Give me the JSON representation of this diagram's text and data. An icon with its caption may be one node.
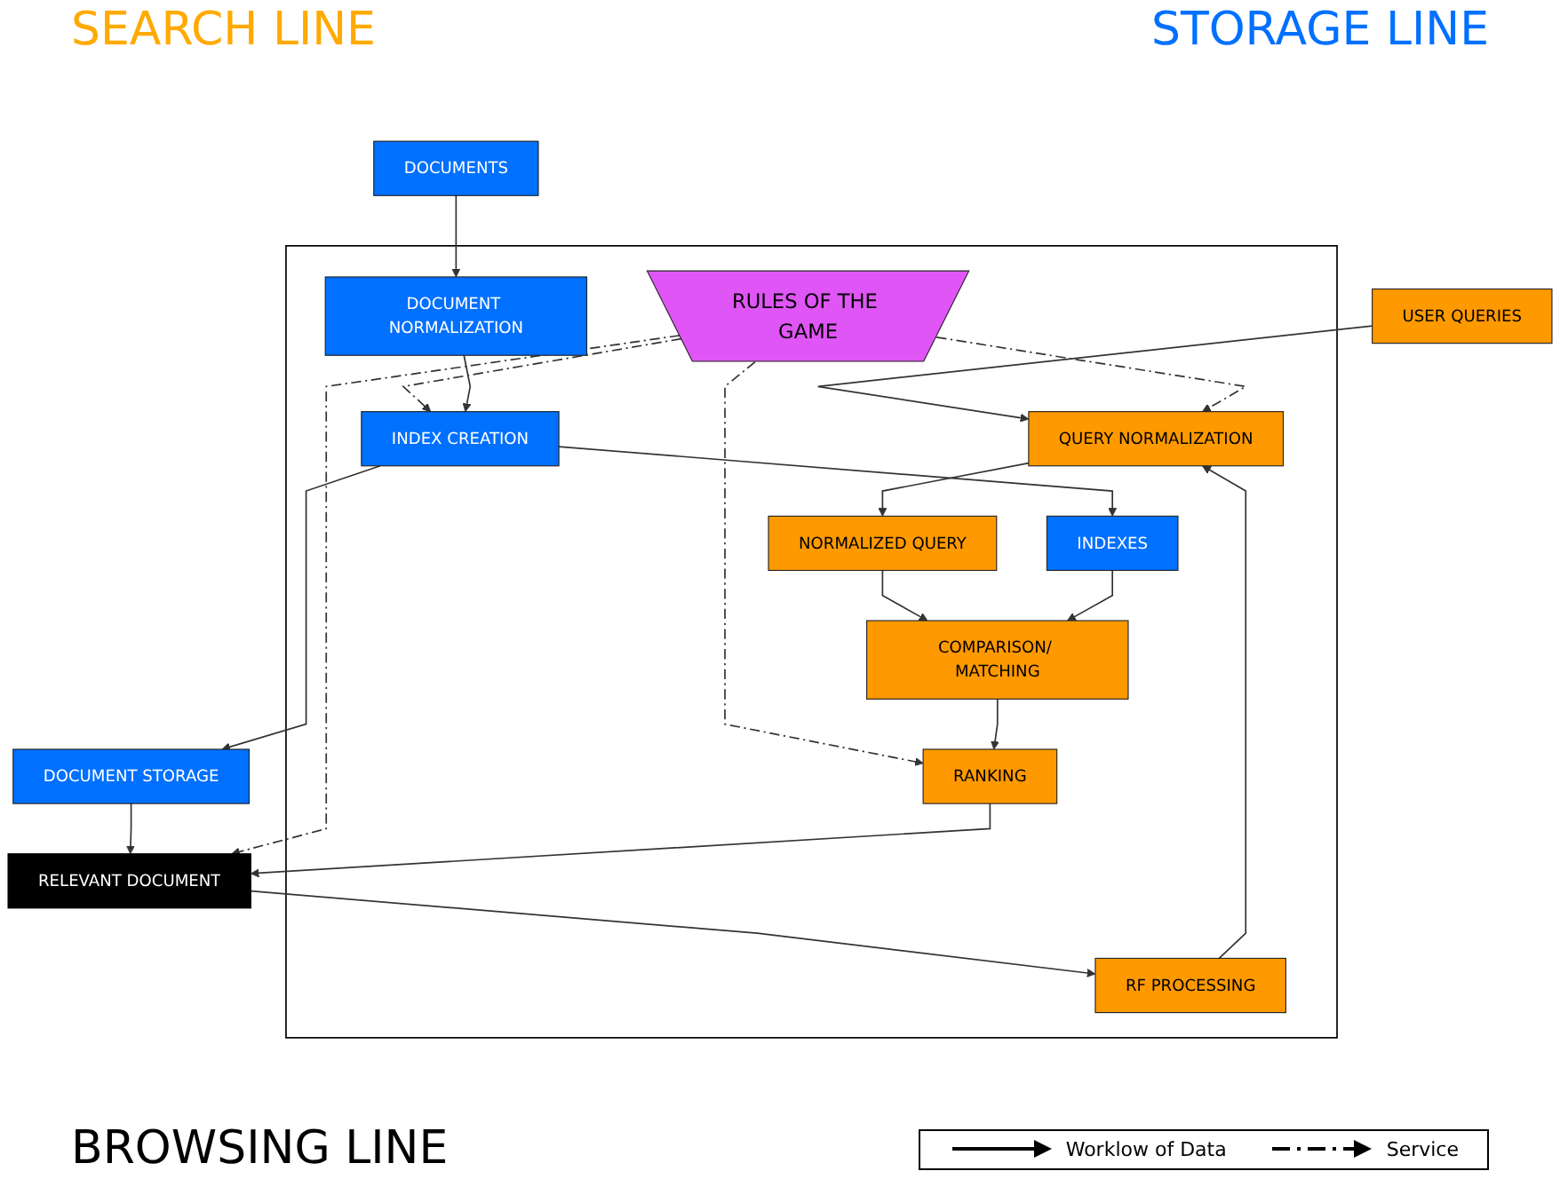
{
  "diagram": {
    "nodes": [
      {
        "text": [],
        "shape": "box"
      },
      {
        "text": [
          "USER QUERIES"
        ]
      },
      {
        "text": [
          "DOCUMENTS"
        ]
      },
      {
        "text": [
          "RF PROCESSING"
        ],
        "in": 0
      },
      {
        "text": [
          "QUERY NORMALIZATION"
        ],
        "in": 0
      },
      {
        "text": [
          "RULES OF THE GAME"
        ],
        "in": 0
      },
      {
        "text": [
          "DOCUMENT NORMALIZATION"
        ],
        "in": 0
      },
      {
        "text": [
          "NORMALIZED QUERY"
        ],
        "in": 0
      },
      {
        "text": [
          "INDEX CREATION"
        ],
        "in": 0
      },
      {
        "text": [
          "RANKING"
        ],
        "in": 0
      },
      {
        "text": [
          "COMPARISON/ MATCHING"
        ],
        "in": 0
      },
      {
        "text": [
          "INDEXES"
        ],
        "in": 0
      },
      {
        "text": [
          "RELEVANT DOCUMENT"
        ]
      },
      {
        "text": [
          "DOCUMENT STORAGE"
        ]
      }
    ],
    "edges": [
      {
        "from": 1,
        "to": 4,
        "arrow": "to"
      },
      {
        "from": 2,
        "to": 6,
        "arrow": "to"
      },
      {
        "from": 3,
        "to": 4,
        "arrow": "to"
      },
      {
        "from": 5,
        "to": 4,
        "arrow": "to",
        "style": "dashed"
      },
      {
        "from": 5,
        "to": 9,
        "arrow": "to",
        "style": "dashed"
      },
      {
        "from": 5,
        "to": 8,
        "arrow": "to",
        "style": "dashed"
      },
      {
        "from": 5,
        "to": 12,
        "arrow": "to",
        "style": "dashed"
      },
      {
        "from": 4,
        "to": 7,
        "arrow": "to"
      },
      {
        "from": 6,
        "to": 8,
        "arrow": "to"
      },
      {
        "from": 7,
        "to": 10,
        "arrow": "to"
      },
      {
        "from": 8,
        "to": 11,
        "arrow": "to"
      },
      {
        "from": 11,
        "to": 10,
        "arrow": "to"
      },
      {
        "from": 10,
        "to": 9,
        "arrow": "to"
      },
      {
        "from": 9,
        "to": 12,
        "arrow": "to"
      },
      {
        "from": 12,
        "to": 3,
        "arrow": "to"
      },
      {
        "from": 13,
        "to": 12,
        "arrow": "to"
      },
      {
        "from": 8,
        "to": 13,
        "arrow": "to"
      }
    ],
    "labels": [
      "SEARCH LINE",
      "STORAGE LINE",
      "BROWSING LINE"
    ],
    "legend": [
      {
        "text": "Worklow of Data"
      },
      {
        "text": "Service"
      }
    ]
  }
}
